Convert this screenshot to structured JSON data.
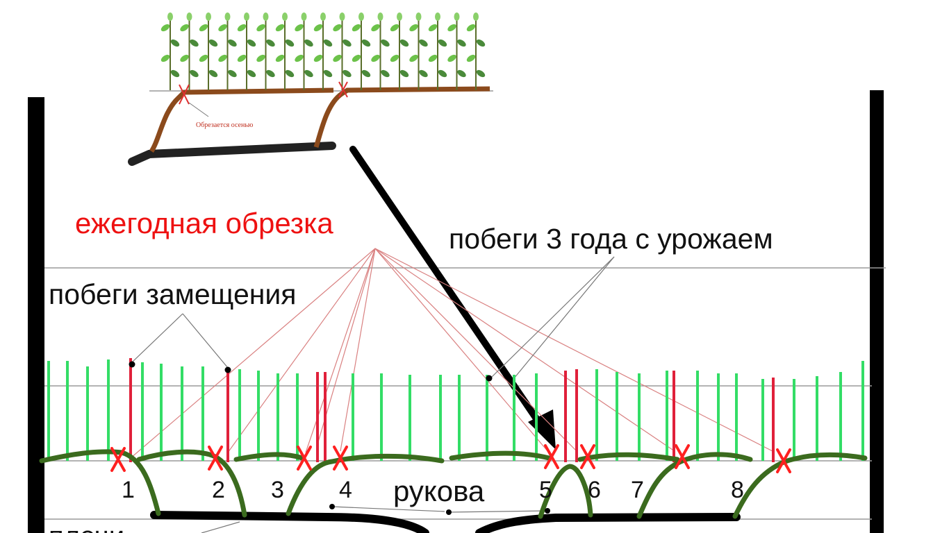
{
  "labels": {
    "annual_pruning": "ежегодная обрезка",
    "shoots_3yr": "побеги 3 года с урожаем",
    "replacement_shoots": "побеги замещения",
    "arms": "рукова",
    "inset_caption": "Обрезается осенью",
    "bottom_cut": "плечи"
  },
  "arm_numbers": [
    "1",
    "2",
    "3",
    "4",
    "5",
    "6",
    "7",
    "8"
  ],
  "colors": {
    "frame": "#000000",
    "wire": "#9a9a9a",
    "vine": "#3b6b1e",
    "shoot_green": "#33dd66",
    "shoot_red": "#e0203a",
    "cut_mark": "#ff2020",
    "title_red": "#ee1111",
    "leader_red": "#d98080",
    "leader_gray": "#777777"
  }
}
